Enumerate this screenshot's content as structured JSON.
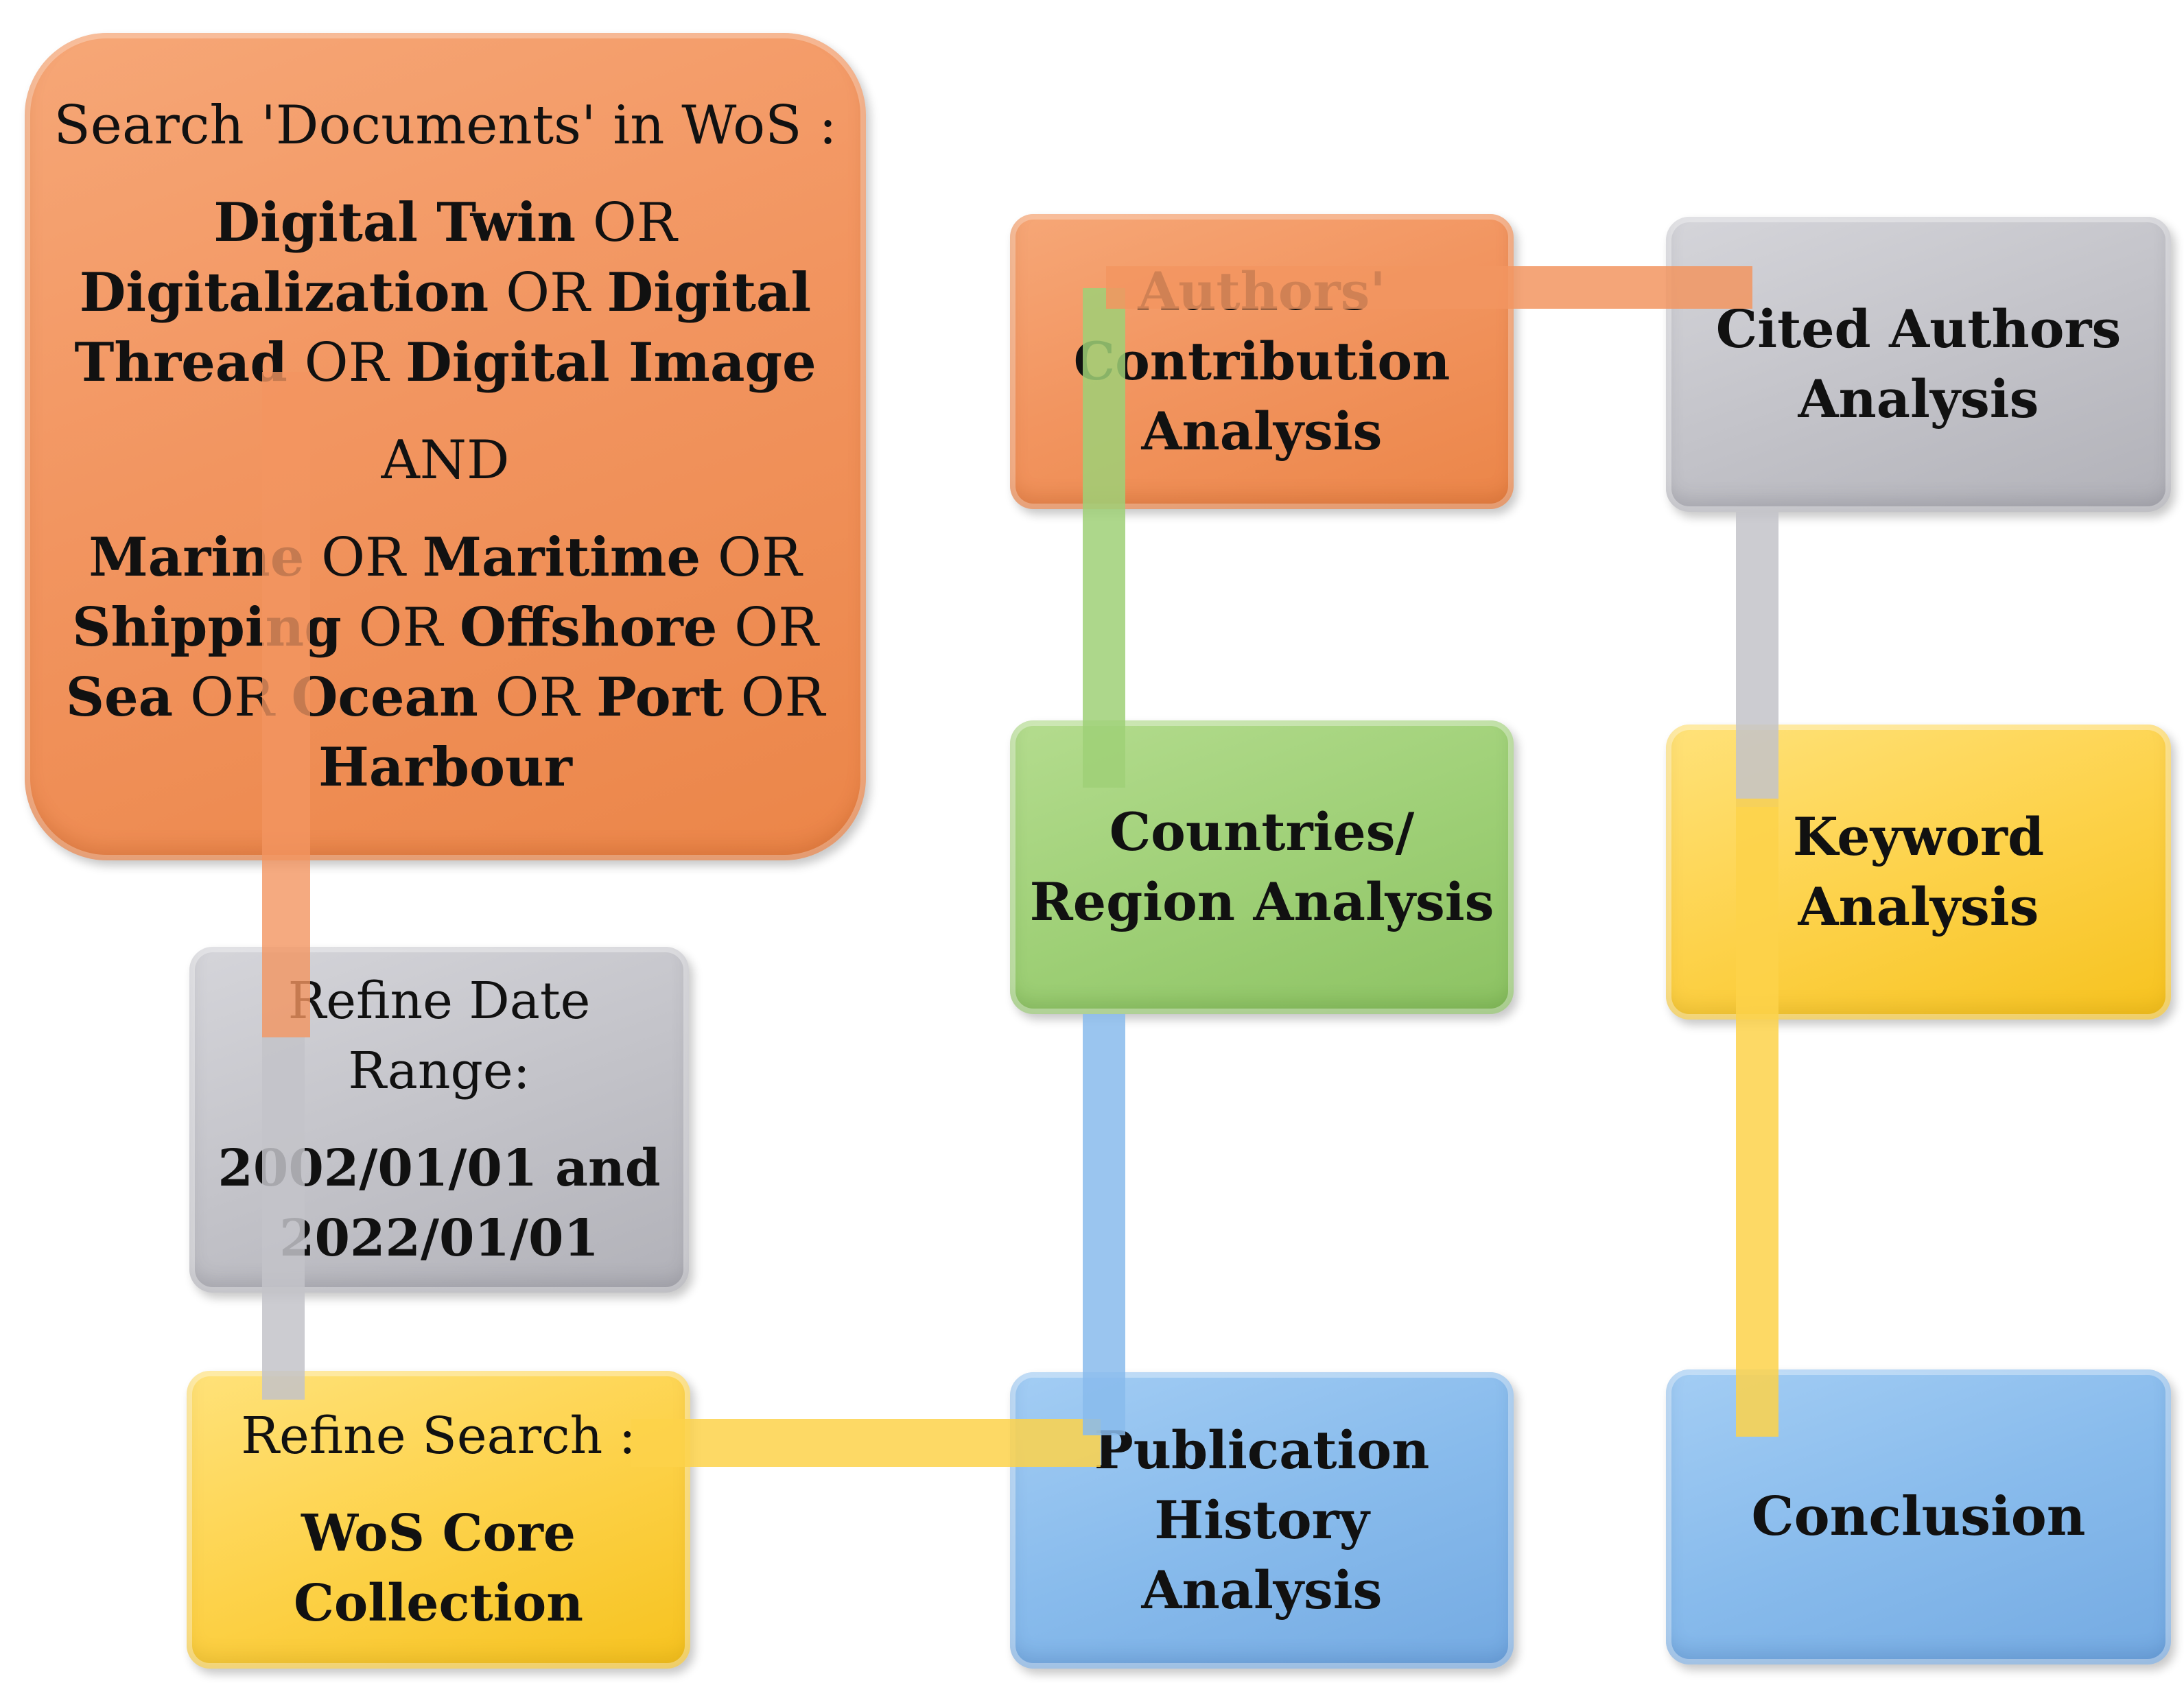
{
  "search_box": {
    "title": "Search 'Documents' in WoS :",
    "group1": [
      [
        {
          "t": "Digital Twin",
          "b": true
        },
        {
          "t": " OR",
          "b": false
        }
      ],
      [
        {
          "t": "Digitalization",
          "b": true
        },
        {
          "t": " OR ",
          "b": false
        },
        {
          "t": "Digital",
          "b": true
        }
      ],
      [
        {
          "t": "Thread",
          "b": true
        },
        {
          "t": " OR ",
          "b": false
        },
        {
          "t": "Digital Image",
          "b": true
        }
      ]
    ],
    "and_label": "AND",
    "group2": [
      [
        {
          "t": "Marine",
          "b": true
        },
        {
          "t": " OR ",
          "b": false
        },
        {
          "t": "Maritime",
          "b": true
        },
        {
          "t": " OR",
          "b": false
        }
      ],
      [
        {
          "t": "Shipping",
          "b": true
        },
        {
          "t": " OR ",
          "b": false
        },
        {
          "t": "Offshore",
          "b": true
        },
        {
          "t": " OR",
          "b": false
        }
      ],
      [
        {
          "t": "Sea",
          "b": true
        },
        {
          "t": " OR ",
          "b": false
        },
        {
          "t": "Ocean",
          "b": true
        },
        {
          "t": " OR ",
          "b": false
        },
        {
          "t": "Port",
          "b": true
        },
        {
          "t": " OR",
          "b": false
        }
      ],
      [
        {
          "t": "Harbour",
          "b": true
        }
      ]
    ]
  },
  "date_box": {
    "title_line1": "Refine Date",
    "title_line2": "Range:",
    "range_line1": "2002/01/01 and",
    "range_line2": "2022/01/01"
  },
  "refine_box": {
    "title": "Refine Search :",
    "value_line1": "WoS Core",
    "value_line2": "Collection"
  },
  "authors_box": {
    "line1": "Authors'",
    "line2": "Contribution",
    "line3": "Analysis"
  },
  "cited_box": {
    "line1": "Cited Authors",
    "line2": "Analysis"
  },
  "countries_box": {
    "line1": "Countries/",
    "line2": "Region Analysis"
  },
  "keyword_box": {
    "line1": "Keyword",
    "line2": "Analysis"
  },
  "publication_box": {
    "line1": "Publication",
    "line2": "History Analysis"
  },
  "conclusion_box": {
    "line1": "Conclusion"
  },
  "colors": {
    "orange": "#f29560",
    "grey": "#c3c3c9",
    "yellow": "#fdd24a",
    "green": "#9fd077",
    "blue": "#88bbec"
  }
}
